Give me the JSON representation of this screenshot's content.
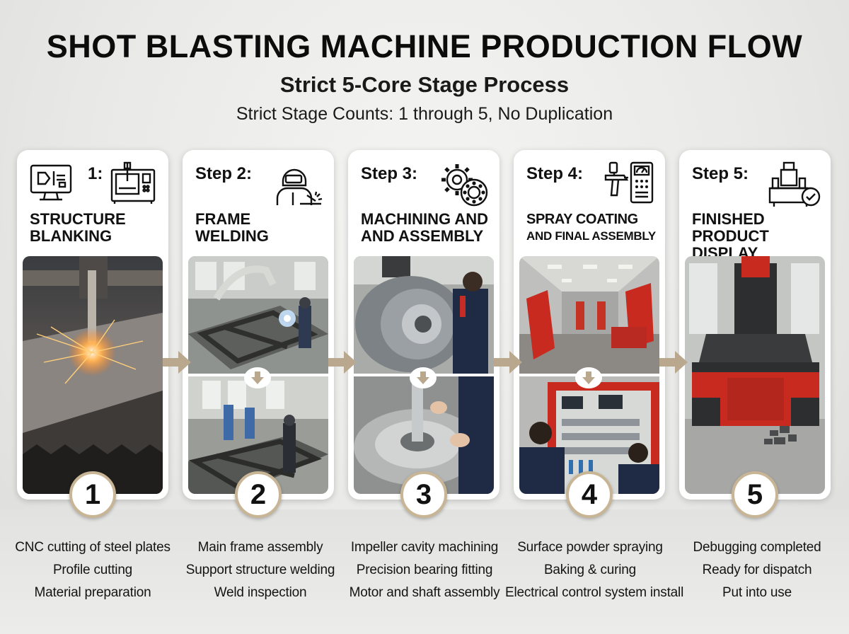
{
  "header": {
    "title": "SHOT BLASTING MACHINE PRODUCTION FLOW",
    "subtitle": "Strict 5-Core Stage Process",
    "tagline": "Strict Stage Counts: 1 through 5, No Duplication"
  },
  "steps": [
    {
      "label": "1:",
      "title_line1": "STRUCTURE",
      "title_line2": "BLANKING",
      "number": "1",
      "icon": "cad-computer-and-cnc-machine-icon",
      "details": [
        "CNC cutting of steel plates",
        "Profile cutting",
        "Material preparation"
      ]
    },
    {
      "label": "Step 2:",
      "title_line1": "FRAME",
      "title_line2": "WELDING",
      "number": "2",
      "icon": "welder-icon",
      "details": [
        "Main frame assembly",
        "Support structure welding",
        "Weld inspection"
      ]
    },
    {
      "label": "Step 3:",
      "title_line1": "MACHINING AND",
      "title_line2": "AND ASSEMBLY",
      "number": "3",
      "icon": "gear-and-bearing-icon",
      "details": [
        "Impeller cavity machining",
        "Precision bearing fitting",
        "Motor and shaft assembly"
      ]
    },
    {
      "label": "Step 4:",
      "title_line1": "SPRAY COATING",
      "title_line2": "AND FINAL ASSEMBLY",
      "number": "4",
      "icon": "spray-gun-and-control-panel-icon",
      "details": [
        "Surface powder spraying",
        "Baking & curing",
        "Electrical control system install"
      ]
    },
    {
      "label": "Step 5:",
      "title_line1": "FINISHED",
      "title_line2": "PRODUCT DISPLAY",
      "number": "5",
      "icon": "machine-with-checkmark-icon",
      "details": [
        "Debugging completed",
        "Ready for dispatch",
        "Put into use"
      ]
    }
  ],
  "colors": {
    "badge_ring": "#c8b595",
    "arrow": "#b9a88e",
    "machine_red": "#c92a20"
  }
}
